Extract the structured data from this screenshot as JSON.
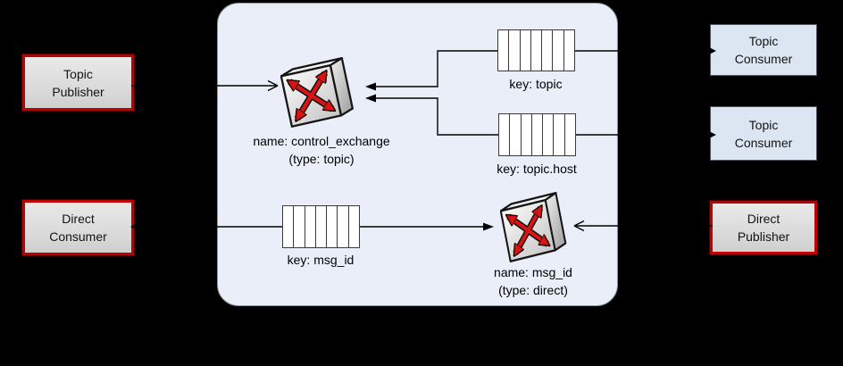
{
  "canvas": {
    "background": "#000000"
  },
  "broker_panel": {
    "fill": "#e9eef8",
    "border": "#8a929b"
  },
  "colors": {
    "publisher_consumer_red_border": "#c00000",
    "gray_node_fill": "#dddddd",
    "blue_node_fill": "#dce6f2",
    "connector_line": "#000000",
    "exchange_arrow_red": "#d91414"
  },
  "nodes": {
    "topic_publisher": {
      "lines": [
        "Topic",
        "Publisher"
      ]
    },
    "direct_consumer": {
      "lines": [
        "Direct",
        "Consumer"
      ]
    },
    "topic_consumer_1": {
      "lines": [
        "Topic",
        "Consumer"
      ]
    },
    "topic_consumer_2": {
      "lines": [
        "Topic",
        "Consumer"
      ]
    },
    "direct_publisher": {
      "lines": [
        "Direct",
        "Publisher"
      ]
    }
  },
  "exchanges": {
    "control": {
      "name": "name: control_exchange",
      "type": "(type: topic)"
    },
    "direct": {
      "name": "name: msg_id",
      "type": "(type: direct)"
    }
  },
  "queues": {
    "topic": {
      "label": "key: topic"
    },
    "topic_host": {
      "label": "key: topic.host"
    },
    "msg_id": {
      "label": "key: msg_id"
    }
  }
}
